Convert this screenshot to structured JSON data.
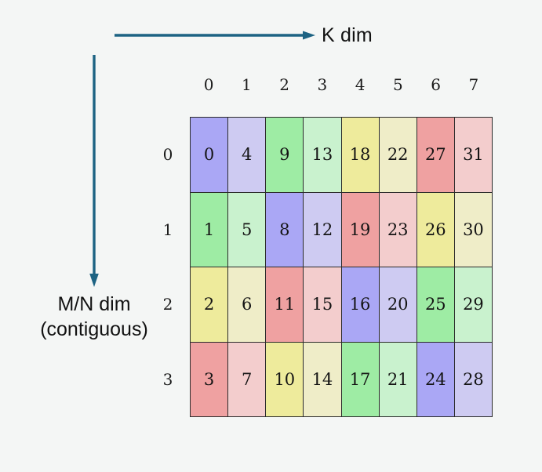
{
  "background_color": "#f4f6f5",
  "arrow_color": "#1d6383",
  "border_color": "#2b2b2b",
  "axes": {
    "horizontal": {
      "label": "K dim",
      "icon": "arrow-right-icon",
      "direction": "right"
    },
    "vertical": {
      "label_line1": "M/N dim",
      "label_line2": "(contiguous)",
      "icon": "arrow-down-icon",
      "direction": "down"
    }
  },
  "grid": {
    "columns": 8,
    "rows": 4,
    "column_headers": [
      "0",
      "1",
      "2",
      "3",
      "4",
      "5",
      "6",
      "7"
    ],
    "row_headers": [
      "0",
      "1",
      "2",
      "3"
    ],
    "palette": {
      "purple": "#aaa7f5",
      "purple_light": "#cecbf2",
      "green": "#9eeca4",
      "green_light": "#c9f2ce",
      "yellow": "#eeeb9c",
      "yellow_light": "#efedc8",
      "red": "#efa1a1",
      "red_light": "#f3cdcd"
    },
    "cells": [
      [
        {
          "value": "0",
          "color": "#aaa7f5"
        },
        {
          "value": "4",
          "color": "#cecbf2"
        },
        {
          "value": "9",
          "color": "#9eeca4"
        },
        {
          "value": "13",
          "color": "#c9f2ce"
        },
        {
          "value": "18",
          "color": "#eeeb9c"
        },
        {
          "value": "22",
          "color": "#efedc8"
        },
        {
          "value": "27",
          "color": "#efa1a1"
        },
        {
          "value": "31",
          "color": "#f3cdcd"
        }
      ],
      [
        {
          "value": "1",
          "color": "#9eeca4"
        },
        {
          "value": "5",
          "color": "#c9f2ce"
        },
        {
          "value": "8",
          "color": "#aaa7f5"
        },
        {
          "value": "12",
          "color": "#cecbf2"
        },
        {
          "value": "19",
          "color": "#efa1a1"
        },
        {
          "value": "23",
          "color": "#f3cdcd"
        },
        {
          "value": "26",
          "color": "#eeeb9c"
        },
        {
          "value": "30",
          "color": "#efedc8"
        }
      ],
      [
        {
          "value": "2",
          "color": "#eeeb9c"
        },
        {
          "value": "6",
          "color": "#efedc8"
        },
        {
          "value": "11",
          "color": "#efa1a1"
        },
        {
          "value": "15",
          "color": "#f3cdcd"
        },
        {
          "value": "16",
          "color": "#aaa7f5"
        },
        {
          "value": "20",
          "color": "#cecbf2"
        },
        {
          "value": "25",
          "color": "#9eeca4"
        },
        {
          "value": "29",
          "color": "#c9f2ce"
        }
      ],
      [
        {
          "value": "3",
          "color": "#efa1a1"
        },
        {
          "value": "7",
          "color": "#f3cdcd"
        },
        {
          "value": "10",
          "color": "#eeeb9c"
        },
        {
          "value": "14",
          "color": "#efedc8"
        },
        {
          "value": "17",
          "color": "#9eeca4"
        },
        {
          "value": "21",
          "color": "#c9f2ce"
        },
        {
          "value": "24",
          "color": "#aaa7f5"
        },
        {
          "value": "28",
          "color": "#cecbf2"
        }
      ]
    ]
  }
}
